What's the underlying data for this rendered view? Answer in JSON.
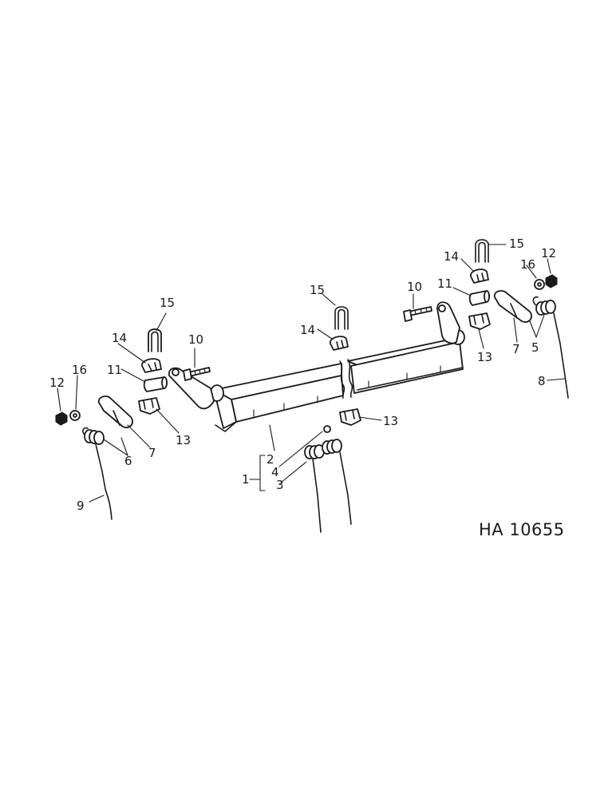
{
  "diagram": {
    "drawing_number": "HA 10655",
    "callouts": {
      "c1": "1",
      "c2": "2",
      "c3": "3",
      "c4": "4",
      "c5": "5",
      "c6": "6",
      "c7_left": "7",
      "c7_right": "7",
      "c8": "8",
      "c9": "9",
      "c10_left": "10",
      "c10_right": "10",
      "c11_left": "11",
      "c11_right": "11",
      "c12_left": "12",
      "c12_right": "12",
      "c13_left": "13",
      "c13_center": "13",
      "c13_right": "13",
      "c14_left": "14",
      "c14_center": "14",
      "c14_right": "14",
      "c15_left": "15",
      "c15_center": "15",
      "c15_right": "15",
      "c16_left": "16",
      "c16_right": "16"
    }
  }
}
